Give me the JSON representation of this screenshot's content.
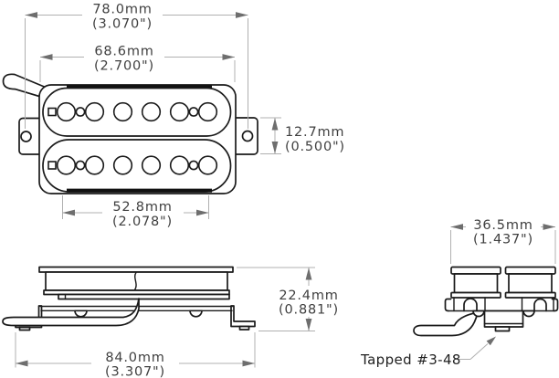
{
  "drawing": {
    "top_view": {
      "overall_width_mm": "78.0mm",
      "overall_width_in": "(3.070\")",
      "body_width_mm": "68.6mm",
      "body_width_in": "(2.700\")",
      "pole_spacing_mm": "52.8mm",
      "pole_spacing_in": "(2.078\")",
      "tab_height_mm": "12.7mm",
      "tab_height_in": "(0.500\")"
    },
    "side_view": {
      "overall_length_mm": "84.0mm",
      "overall_length_in": "(3.307\")",
      "overall_height_mm": "22.4mm",
      "overall_height_in": "(0.881\")"
    },
    "end_view": {
      "body_width_mm": "36.5mm",
      "body_width_in": "(1.437\")",
      "thread_note": "Tapped #3-48"
    },
    "colors": {
      "outline": "#1a1a1a",
      "dimension_line": "#b0b0b0",
      "dimension_arrow": "#6e6e6e",
      "dimension_text": "#3f3f3f",
      "note_text": "#1f1f1f",
      "background": "#ffffff"
    }
  }
}
